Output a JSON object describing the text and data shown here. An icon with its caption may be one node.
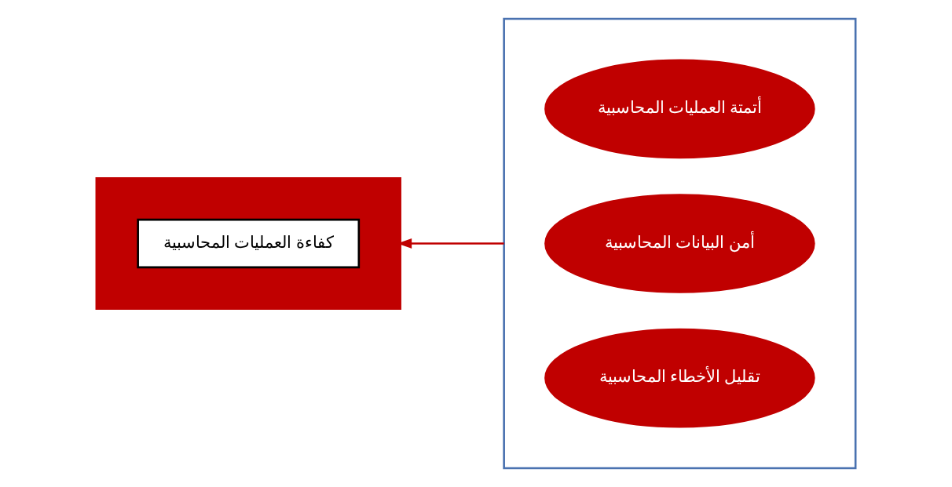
{
  "diagram": {
    "nodes": [
      {
        "text": [],
        "shape": "box"
      },
      {
        "text": [
          "كفاءة العمليات المحاسبية"
        ],
        "in": 0
      },
      {
        "text": [],
        "shape": "box"
      },
      {
        "text": [
          "أتمتة العمليات المحاسبية"
        ],
        "in": 2
      },
      {
        "text": [
          "أمن البيانات المحاسبية"
        ],
        "in": 2
      },
      {
        "text": [
          "تقليل الأخطاء المحاسبية"
        ],
        "in": 2
      }
    ],
    "edges": [
      {
        "from": 2,
        "to": 0,
        "arrow": "to"
      }
    ]
  }
}
